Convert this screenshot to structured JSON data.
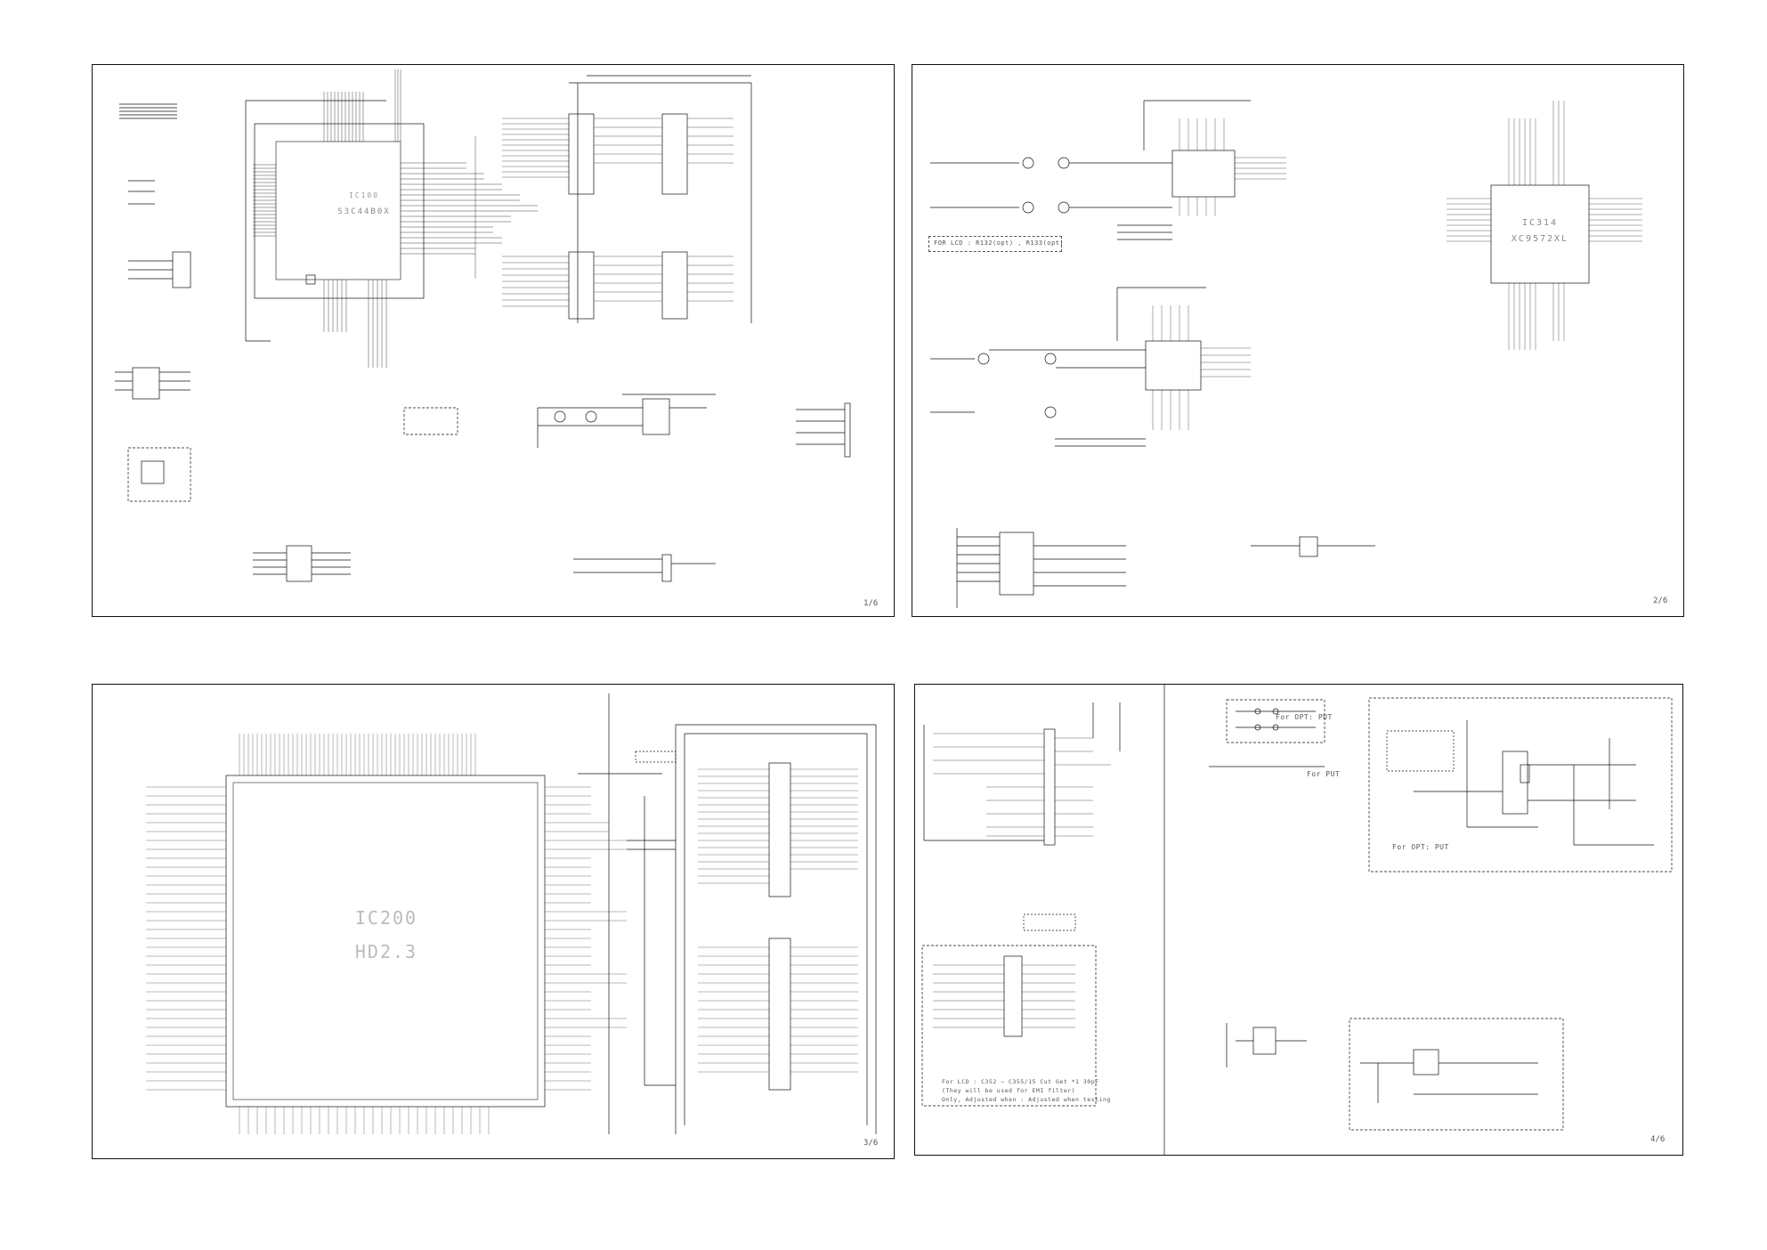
{
  "sheets": [
    {
      "id": "sheet-1",
      "ic_main": "IC100",
      "ic_part": "S3C44B0X",
      "page": "1/6"
    },
    {
      "id": "sheet-2",
      "ic_main": "IC314",
      "ic_part": "XC9572XL",
      "note_lcd": "FOR LCD : R132(opt) , R133(opt)",
      "page": "2/6"
    },
    {
      "id": "sheet-3",
      "ic_main": "IC200",
      "ic_part": "HD2.3",
      "page": "3/6"
    },
    {
      "id": "sheet-4",
      "note_opt1": "For OPT: PUT",
      "note_opt2": "For PUT",
      "note_opt3": "For OPT: PUT",
      "note_lcd": "For LCD : C352 ~ C355/15 Cut  Get *1 30pF",
      "note_emi": "(They will be used for EMI filter)",
      "note_only": "Only, Adjusted when : Adjusted when testing",
      "page": "4/6"
    }
  ],
  "colors": {
    "line": "#111111",
    "faint": "#bbbbbb",
    "background": "#ffffff"
  }
}
